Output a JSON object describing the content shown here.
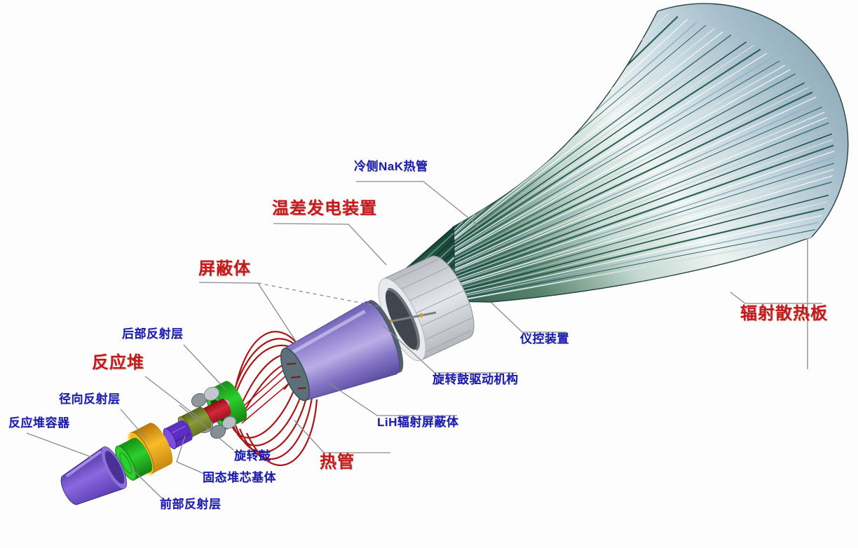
{
  "labels": [
    {
      "id": "cold-nak-heat-pipe",
      "text": "冷侧NaK热管",
      "style": "blue"
    },
    {
      "id": "thermoelectric-generator",
      "text": "温差发电装置",
      "style": "red"
    },
    {
      "id": "shield",
      "text": "屏蔽体",
      "style": "red"
    },
    {
      "id": "rear-reflector",
      "text": "后部反射层",
      "style": "blue"
    },
    {
      "id": "reactor",
      "text": "反应堆",
      "style": "red"
    },
    {
      "id": "radial-reflector",
      "text": "径向反射层",
      "style": "blue"
    },
    {
      "id": "reactor-vessel",
      "text": "反应堆容器",
      "style": "blue"
    },
    {
      "id": "front-reflector",
      "text": "前部反射层",
      "style": "blue"
    },
    {
      "id": "solid-core-matrix",
      "text": "固态堆芯基体",
      "style": "blue"
    },
    {
      "id": "rotating-drum",
      "text": "旋转鼓",
      "style": "blue"
    },
    {
      "id": "heat-pipe",
      "text": "热管",
      "style": "red"
    },
    {
      "id": "lih-radiation-shield",
      "text": "LiH辐射屏蔽体",
      "style": "blue"
    },
    {
      "id": "drum-drive-mechanism",
      "text": "旋转鼓驱动机构",
      "style": "blue"
    },
    {
      "id": "instrumentation-control",
      "text": "仪控装置",
      "style": "blue"
    },
    {
      "id": "radiator-panel",
      "text": "辐射散热板",
      "style": "red"
    }
  ],
  "colors": {
    "label_blue": "#1c1cae",
    "label_red": "#c41a1a",
    "leader_grey": "#8a8a8a",
    "radiator_dark_green": "#2f5c4e",
    "radiator_blue_grey": "#9fb6c4",
    "shield_purple": "#8b7cc8",
    "vessel_purple": "#7a58cc",
    "reflector_green": "#2bc42b",
    "radial_reflector_gold": "#f2a91c",
    "core_red": "#c01020",
    "core_matrix_olive": "#75842c",
    "heat_pipe_red": "#aa1616",
    "teg_grey": "#d2d4d8"
  }
}
